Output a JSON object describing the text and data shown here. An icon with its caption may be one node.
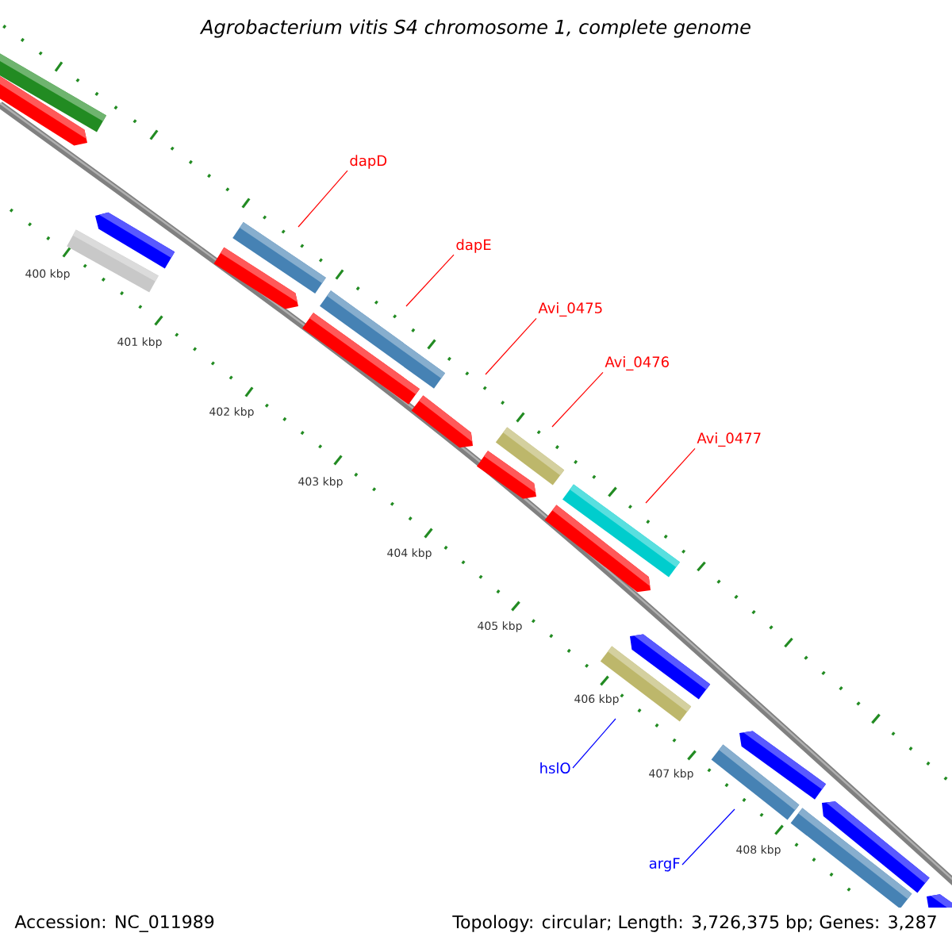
{
  "diagram": {
    "title": "Agrobacterium vitis S4 chromosome 1, complete genome",
    "nodes": [
      {
        "text": [
          "dapD"
        ]
      },
      {
        "text": [
          "dapE"
        ]
      },
      {
        "text": [
          "Avi_0475"
        ]
      },
      {
        "text": [
          "Avi_0476"
        ]
      },
      {
        "text": [
          "Avi_0477"
        ]
      },
      {
        "text": [
          "hslO"
        ]
      },
      {
        "text": [
          "argF"
        ]
      }
    ],
    "edges": [
      {
        "from": 0,
        "to": null,
        "arrow": "none"
      },
      {
        "from": 1,
        "to": null,
        "arrow": "none"
      },
      {
        "from": 2,
        "to": null,
        "arrow": "none"
      },
      {
        "from": 3,
        "to": null,
        "arrow": "none"
      },
      {
        "from": 4,
        "to": null,
        "arrow": "none"
      },
      {
        "from": 5,
        "to": null,
        "arrow": "none",
        "color": "#0000ff"
      },
      {
        "from": 6,
        "to": null,
        "arrow": "none",
        "color": "#0000ff"
      }
    ],
    "labels": [
      "400 kbp",
      "401 kbp",
      "402 kbp",
      "403 kbp",
      "404 kbp",
      "405 kbp",
      "406 kbp",
      "407 kbp",
      "408 kbp",
      "Accession: NC_011989",
      "Topology: circular; Length: 3,726,375 bp; Genes: 3,287"
    ]
  }
}
